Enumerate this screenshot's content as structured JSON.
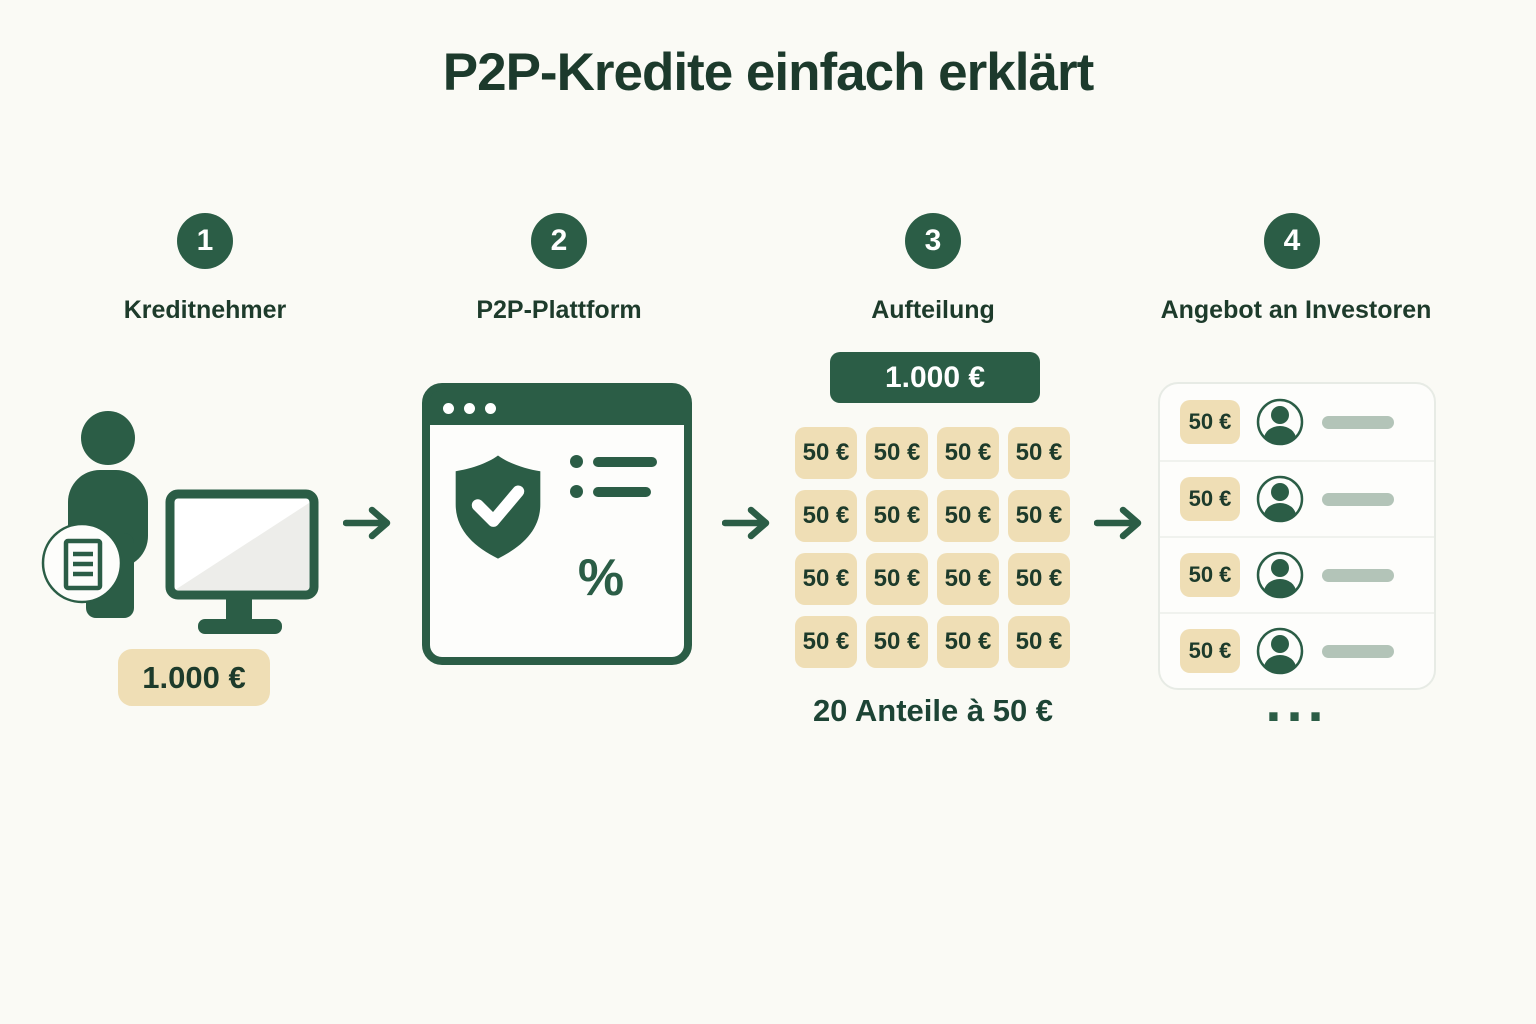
{
  "title": "P2P-Kredite einfach erklärt",
  "colors": {
    "primary_green": "#2b5d46",
    "dark_text": "#1c3a2c",
    "chip_beige": "#efdeb5",
    "background": "#fafaf5",
    "card_border": "#e7ebe5",
    "muted_line": "#b3c4b8"
  },
  "steps": [
    {
      "number": "1",
      "label": "Kreditnehmer"
    },
    {
      "number": "2",
      "label": "P2P-Plattform"
    },
    {
      "number": "3",
      "label": "Aufteilung"
    },
    {
      "number": "4",
      "label": "Angebot an Investoren"
    }
  ],
  "kreditnehmer": {
    "amount_badge": "1.000 €"
  },
  "plattform": {
    "percent_symbol": "%"
  },
  "aufteilung": {
    "total_badge": "1.000 €",
    "chip_label": "50 €",
    "chip_count": 16,
    "caption": "20 Anteile à 50 €"
  },
  "investoren": {
    "chip_label": "50 €",
    "row_count": 4,
    "more_indicator": "..."
  }
}
